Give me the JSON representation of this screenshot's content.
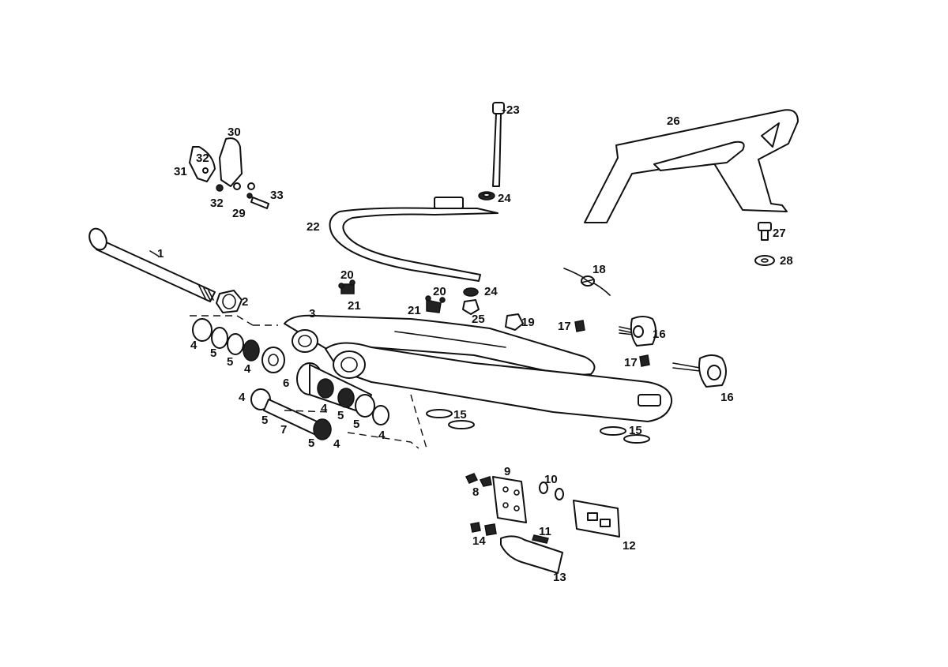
{
  "diagram": {
    "labels": {
      "l1": "1",
      "l2": "2",
      "l3": "3",
      "l4a": "4",
      "l4b": "4",
      "l4c": "4",
      "l4d": "4",
      "l4e": "4",
      "l4f": "4",
      "l5a": "5",
      "l5b": "5",
      "l5c": "5",
      "l5d": "5",
      "l5e": "5",
      "l5f": "5",
      "l6": "6",
      "l7": "7",
      "l8": "8",
      "l9": "9",
      "l10": "10",
      "l11": "11",
      "l12": "12",
      "l13": "13",
      "l14": "14",
      "l15a": "15",
      "l15b": "15",
      "l16a": "16",
      "l16b": "16",
      "l17a": "17",
      "l17b": "17",
      "l18": "18",
      "l19": "19",
      "l20a": "20",
      "l20b": "20",
      "l21a": "21",
      "l21b": "21",
      "l22": "22",
      "l23": "23",
      "l24a": "24",
      "l24b": "24",
      "l25": "25",
      "l26": "26",
      "l27": "27",
      "l28": "28",
      "l29": "29",
      "l30": "30",
      "l31": "31",
      "l32a": "32",
      "l32b": "32",
      "l33": "33"
    }
  }
}
